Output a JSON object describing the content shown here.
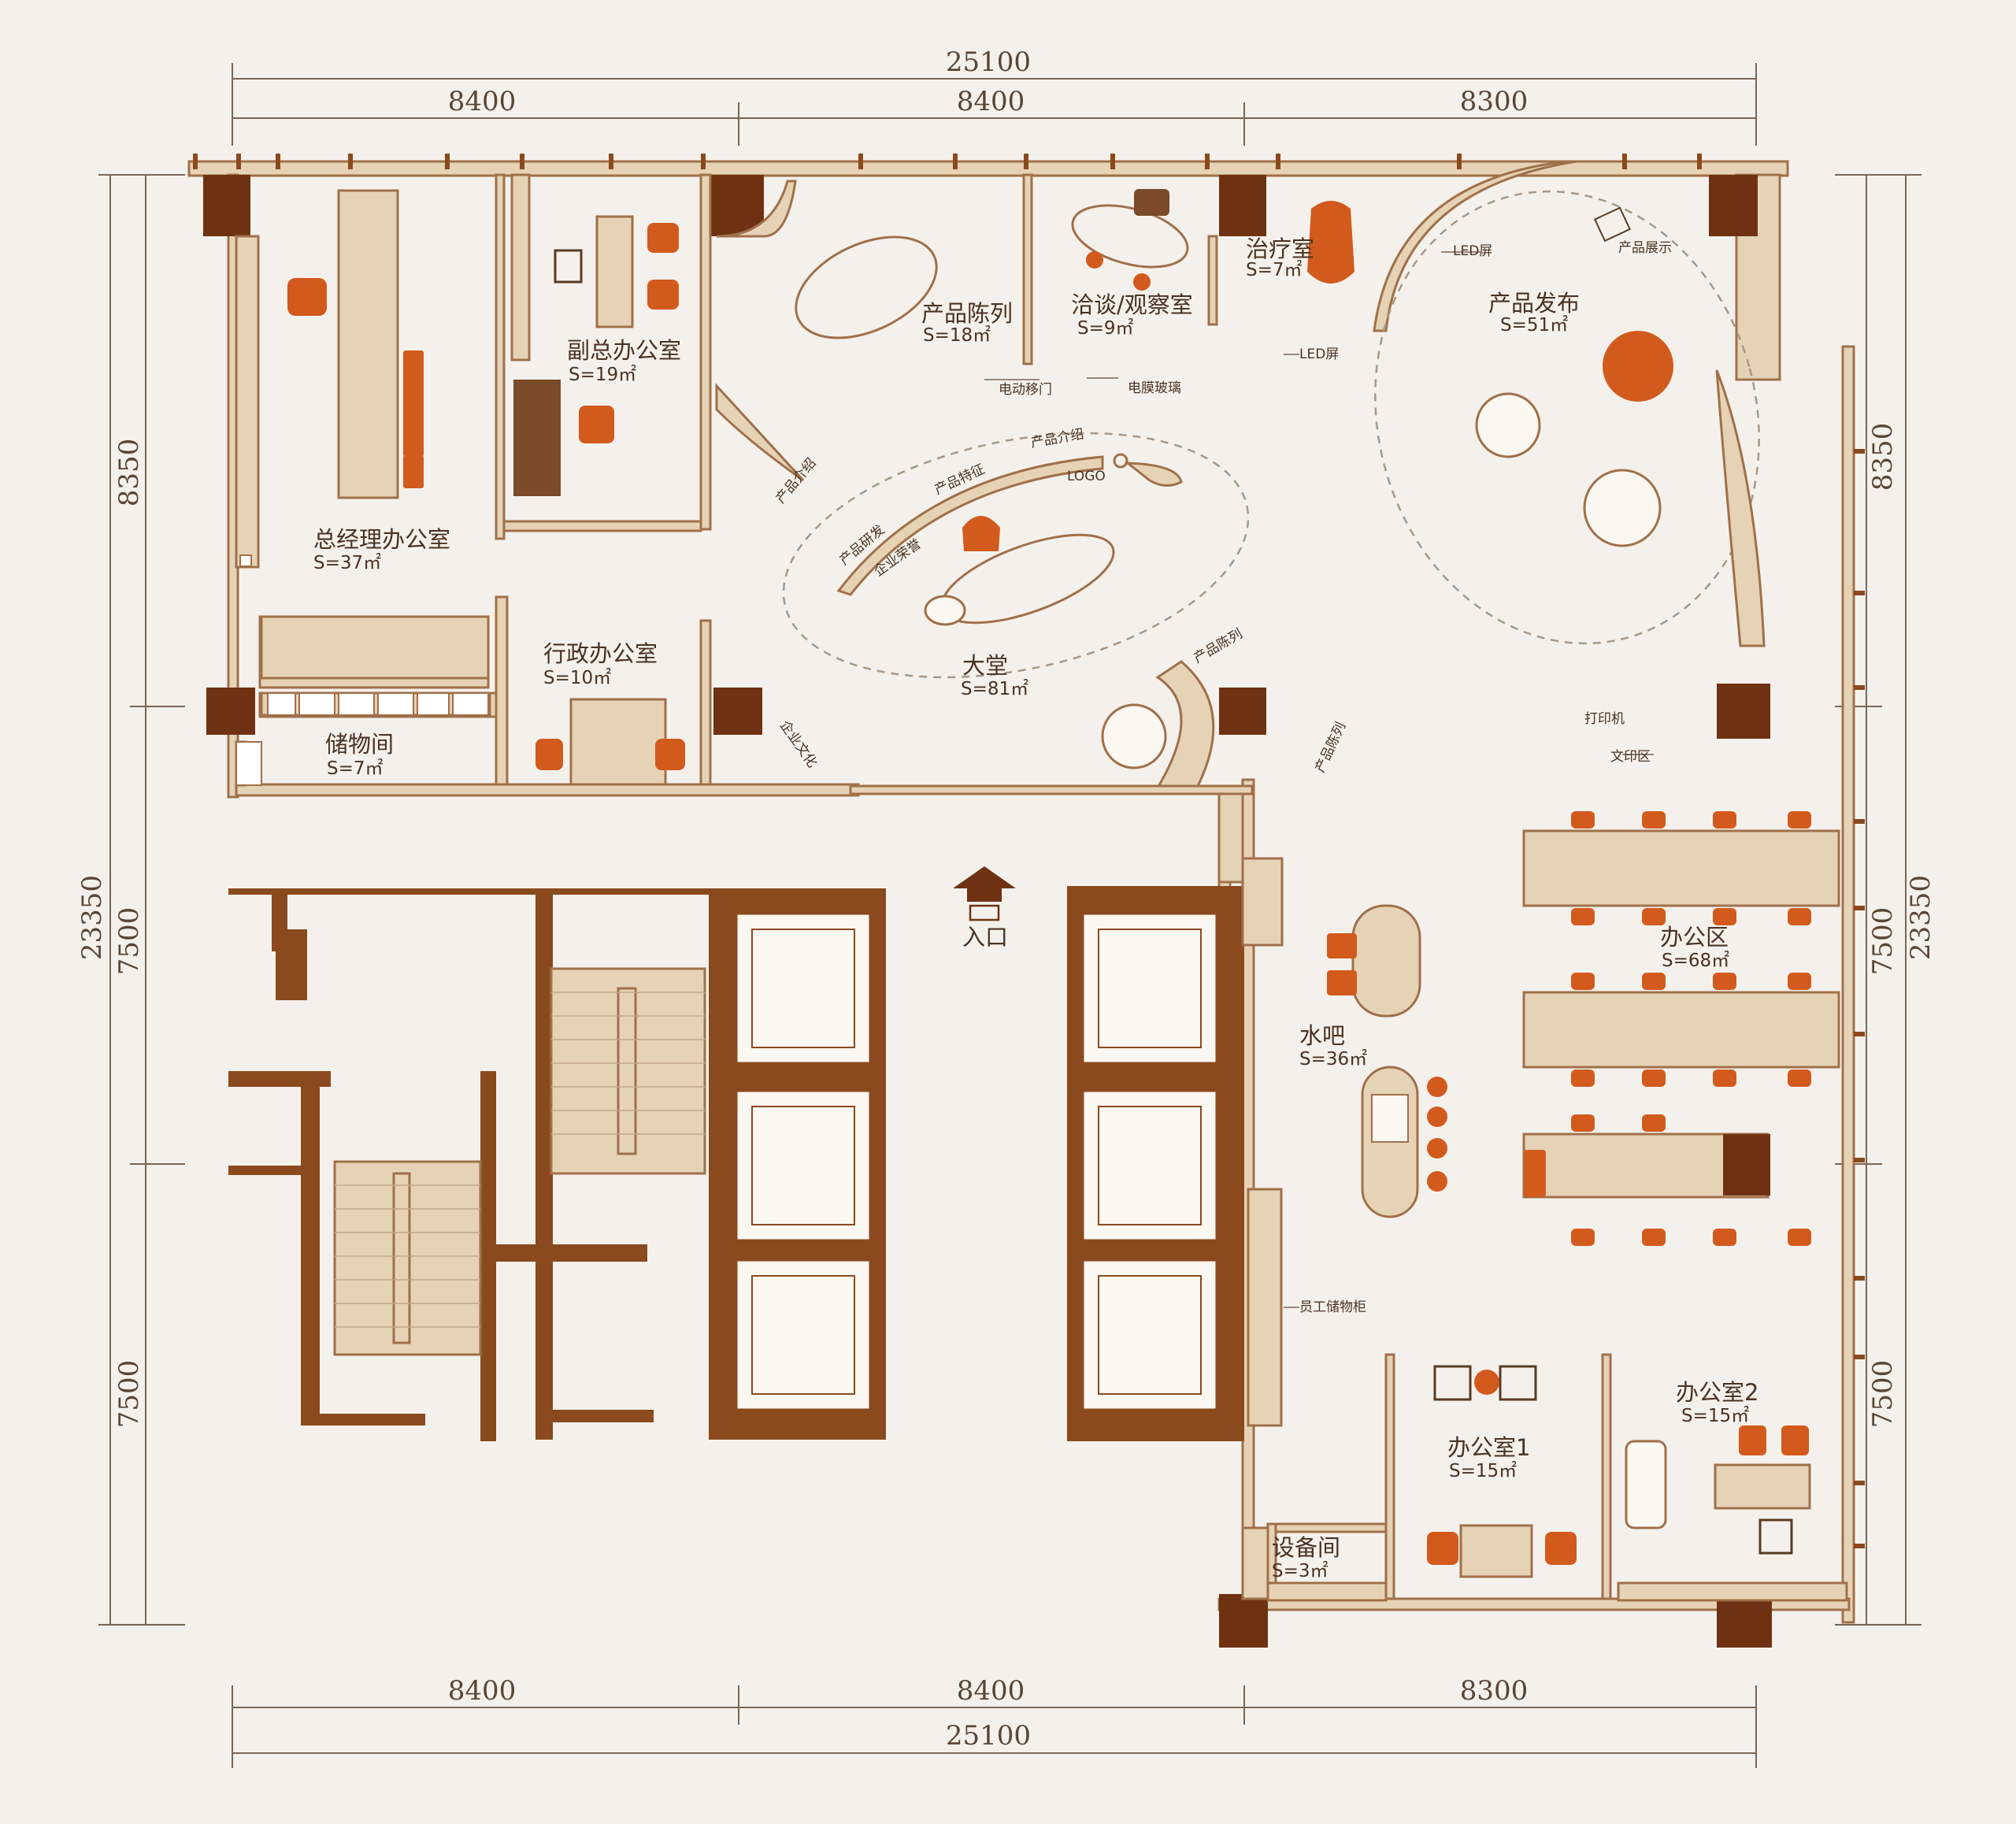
{
  "dimensions": {
    "top_total": "25100",
    "top_segments": [
      "8400",
      "8400",
      "8300"
    ],
    "bottom_total": "25100",
    "bottom_segments": [
      "8400",
      "8400",
      "8300"
    ],
    "left_total": "23350",
    "left_segments": [
      "8350",
      "7500",
      "7500"
    ],
    "right_total": "23350",
    "right_segments": [
      "8350",
      "7500",
      "7500"
    ]
  },
  "rooms": {
    "gm_office": {
      "name": "总经理办公室",
      "area": "S=37㎡"
    },
    "deputy_office": {
      "name": "副总办公室",
      "area": "S=19㎡"
    },
    "admin_office": {
      "name": "行政办公室",
      "area": "S=10㎡"
    },
    "storage": {
      "name": "储物间",
      "area": "S=7㎡"
    },
    "product_display": {
      "name": "产品陈列",
      "area": "S=18㎡"
    },
    "meeting_room": {
      "name": "洽谈/观察室",
      "area": "S=9㎡"
    },
    "treatment_room": {
      "name": "治疗室",
      "area": "S=7㎡"
    },
    "product_launch": {
      "name": "产品发布",
      "area": "S=51㎡"
    },
    "lobby": {
      "name": "大堂",
      "area": "S=81㎡"
    },
    "water_bar": {
      "name": "水吧",
      "area": "S=36㎡"
    },
    "office_area": {
      "name": "办公区",
      "area": "S=68㎡"
    },
    "office1": {
      "name": "办公室1",
      "area": "S=15㎡"
    },
    "office2": {
      "name": "办公室2",
      "area": "S=15㎡"
    },
    "equipment_room": {
      "name": "设备间",
      "area": "S=3㎡"
    }
  },
  "labels": {
    "entrance": "入口",
    "led_screen_1": "LED屏",
    "led_screen_2": "LED屏",
    "product_show": "产品展示",
    "electric_door": "电动移门",
    "film_glass": "电膜玻璃",
    "product_intro_1": "产品介绍",
    "product_intro_2": "产品介绍",
    "product_feature": "产品特征",
    "product_rnd": "产品研发",
    "corporate_honor": "企业荣誉",
    "logo": "LOGO",
    "corporate_culture": "企业文化",
    "product_display_1": "产品陈列",
    "product_display_2": "产品陈列",
    "print_area": "文印区",
    "printer": "打印机",
    "staff_lockers": "员工储物柜"
  }
}
